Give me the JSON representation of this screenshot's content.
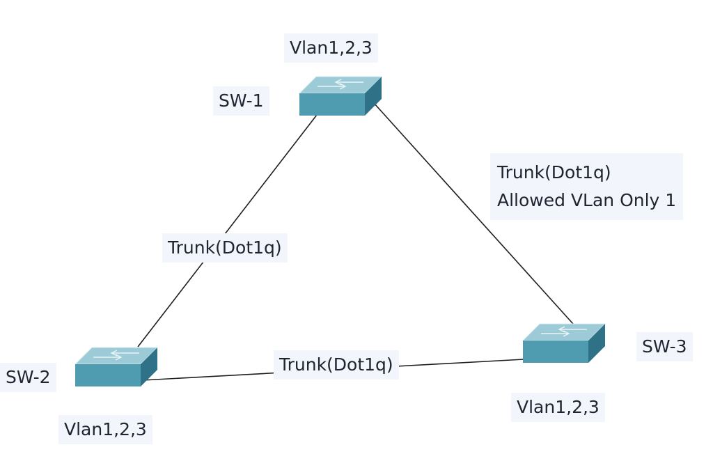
{
  "diagram": {
    "colors": {
      "link": "#1e1e1e",
      "label_bg": "#f3f5fc",
      "switch_top": "#9ccbd7",
      "switch_front": "#4f9bb0",
      "switch_side": "#2f7288",
      "switch_edge": "#dceef3"
    },
    "switches": [
      {
        "id": "sw1",
        "name": "SW-1",
        "vlans": "Vlan1,2,3",
        "icon": "network-switch-icon"
      },
      {
        "id": "sw2",
        "name": "SW-2",
        "vlans": "Vlan1,2,3",
        "icon": "network-switch-icon"
      },
      {
        "id": "sw3",
        "name": "SW-3",
        "vlans": "Vlan1,2,3",
        "icon": "network-switch-icon"
      }
    ],
    "links": [
      {
        "from": "SW-1",
        "to": "SW-2",
        "label_lines": [
          "Trunk(Dot1q)"
        ]
      },
      {
        "from": "SW-1",
        "to": "SW-3",
        "label_lines": [
          "Trunk(Dot1q)",
          "Allowed VLan Only 1"
        ]
      },
      {
        "from": "SW-2",
        "to": "SW-3",
        "label_lines": [
          "Trunk(Dot1q)"
        ]
      }
    ]
  }
}
